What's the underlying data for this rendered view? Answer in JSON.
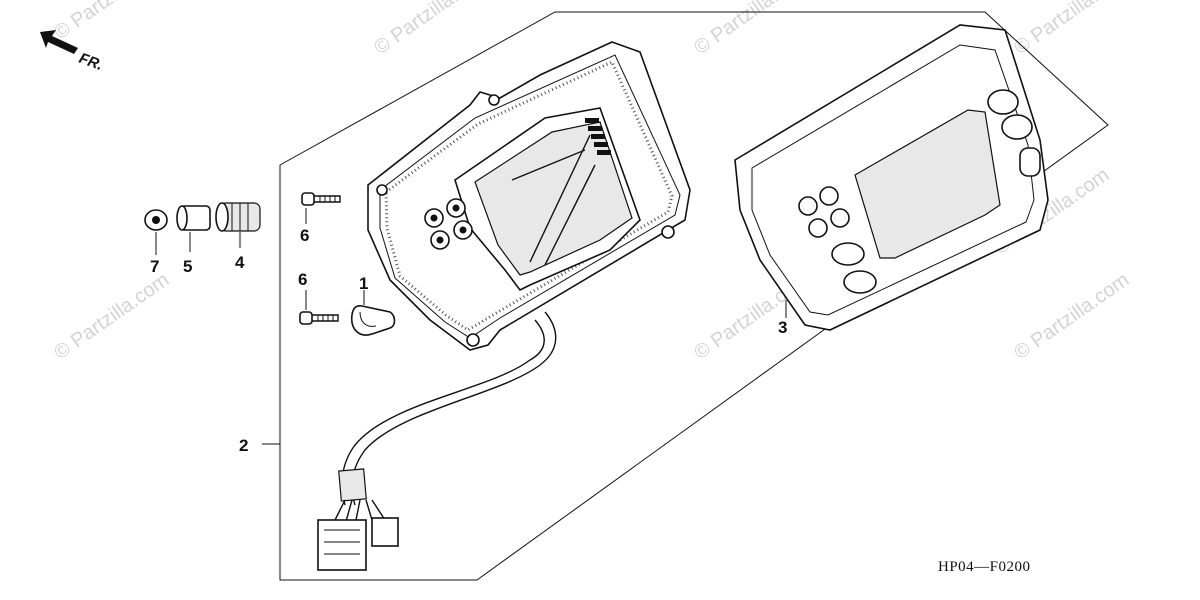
{
  "diagram": {
    "orientation_label": "FR.",
    "drawing_code": "HP04—F0200",
    "callouts": [
      {
        "id": "1",
        "label": "1"
      },
      {
        "id": "2",
        "label": "2"
      },
      {
        "id": "3",
        "label": "3"
      },
      {
        "id": "4",
        "label": "4"
      },
      {
        "id": "5",
        "label": "5"
      },
      {
        "id": "6a",
        "label": "6"
      },
      {
        "id": "6b",
        "label": "6"
      },
      {
        "id": "7",
        "label": "7"
      }
    ],
    "watermark": "© Partzilla.com"
  }
}
